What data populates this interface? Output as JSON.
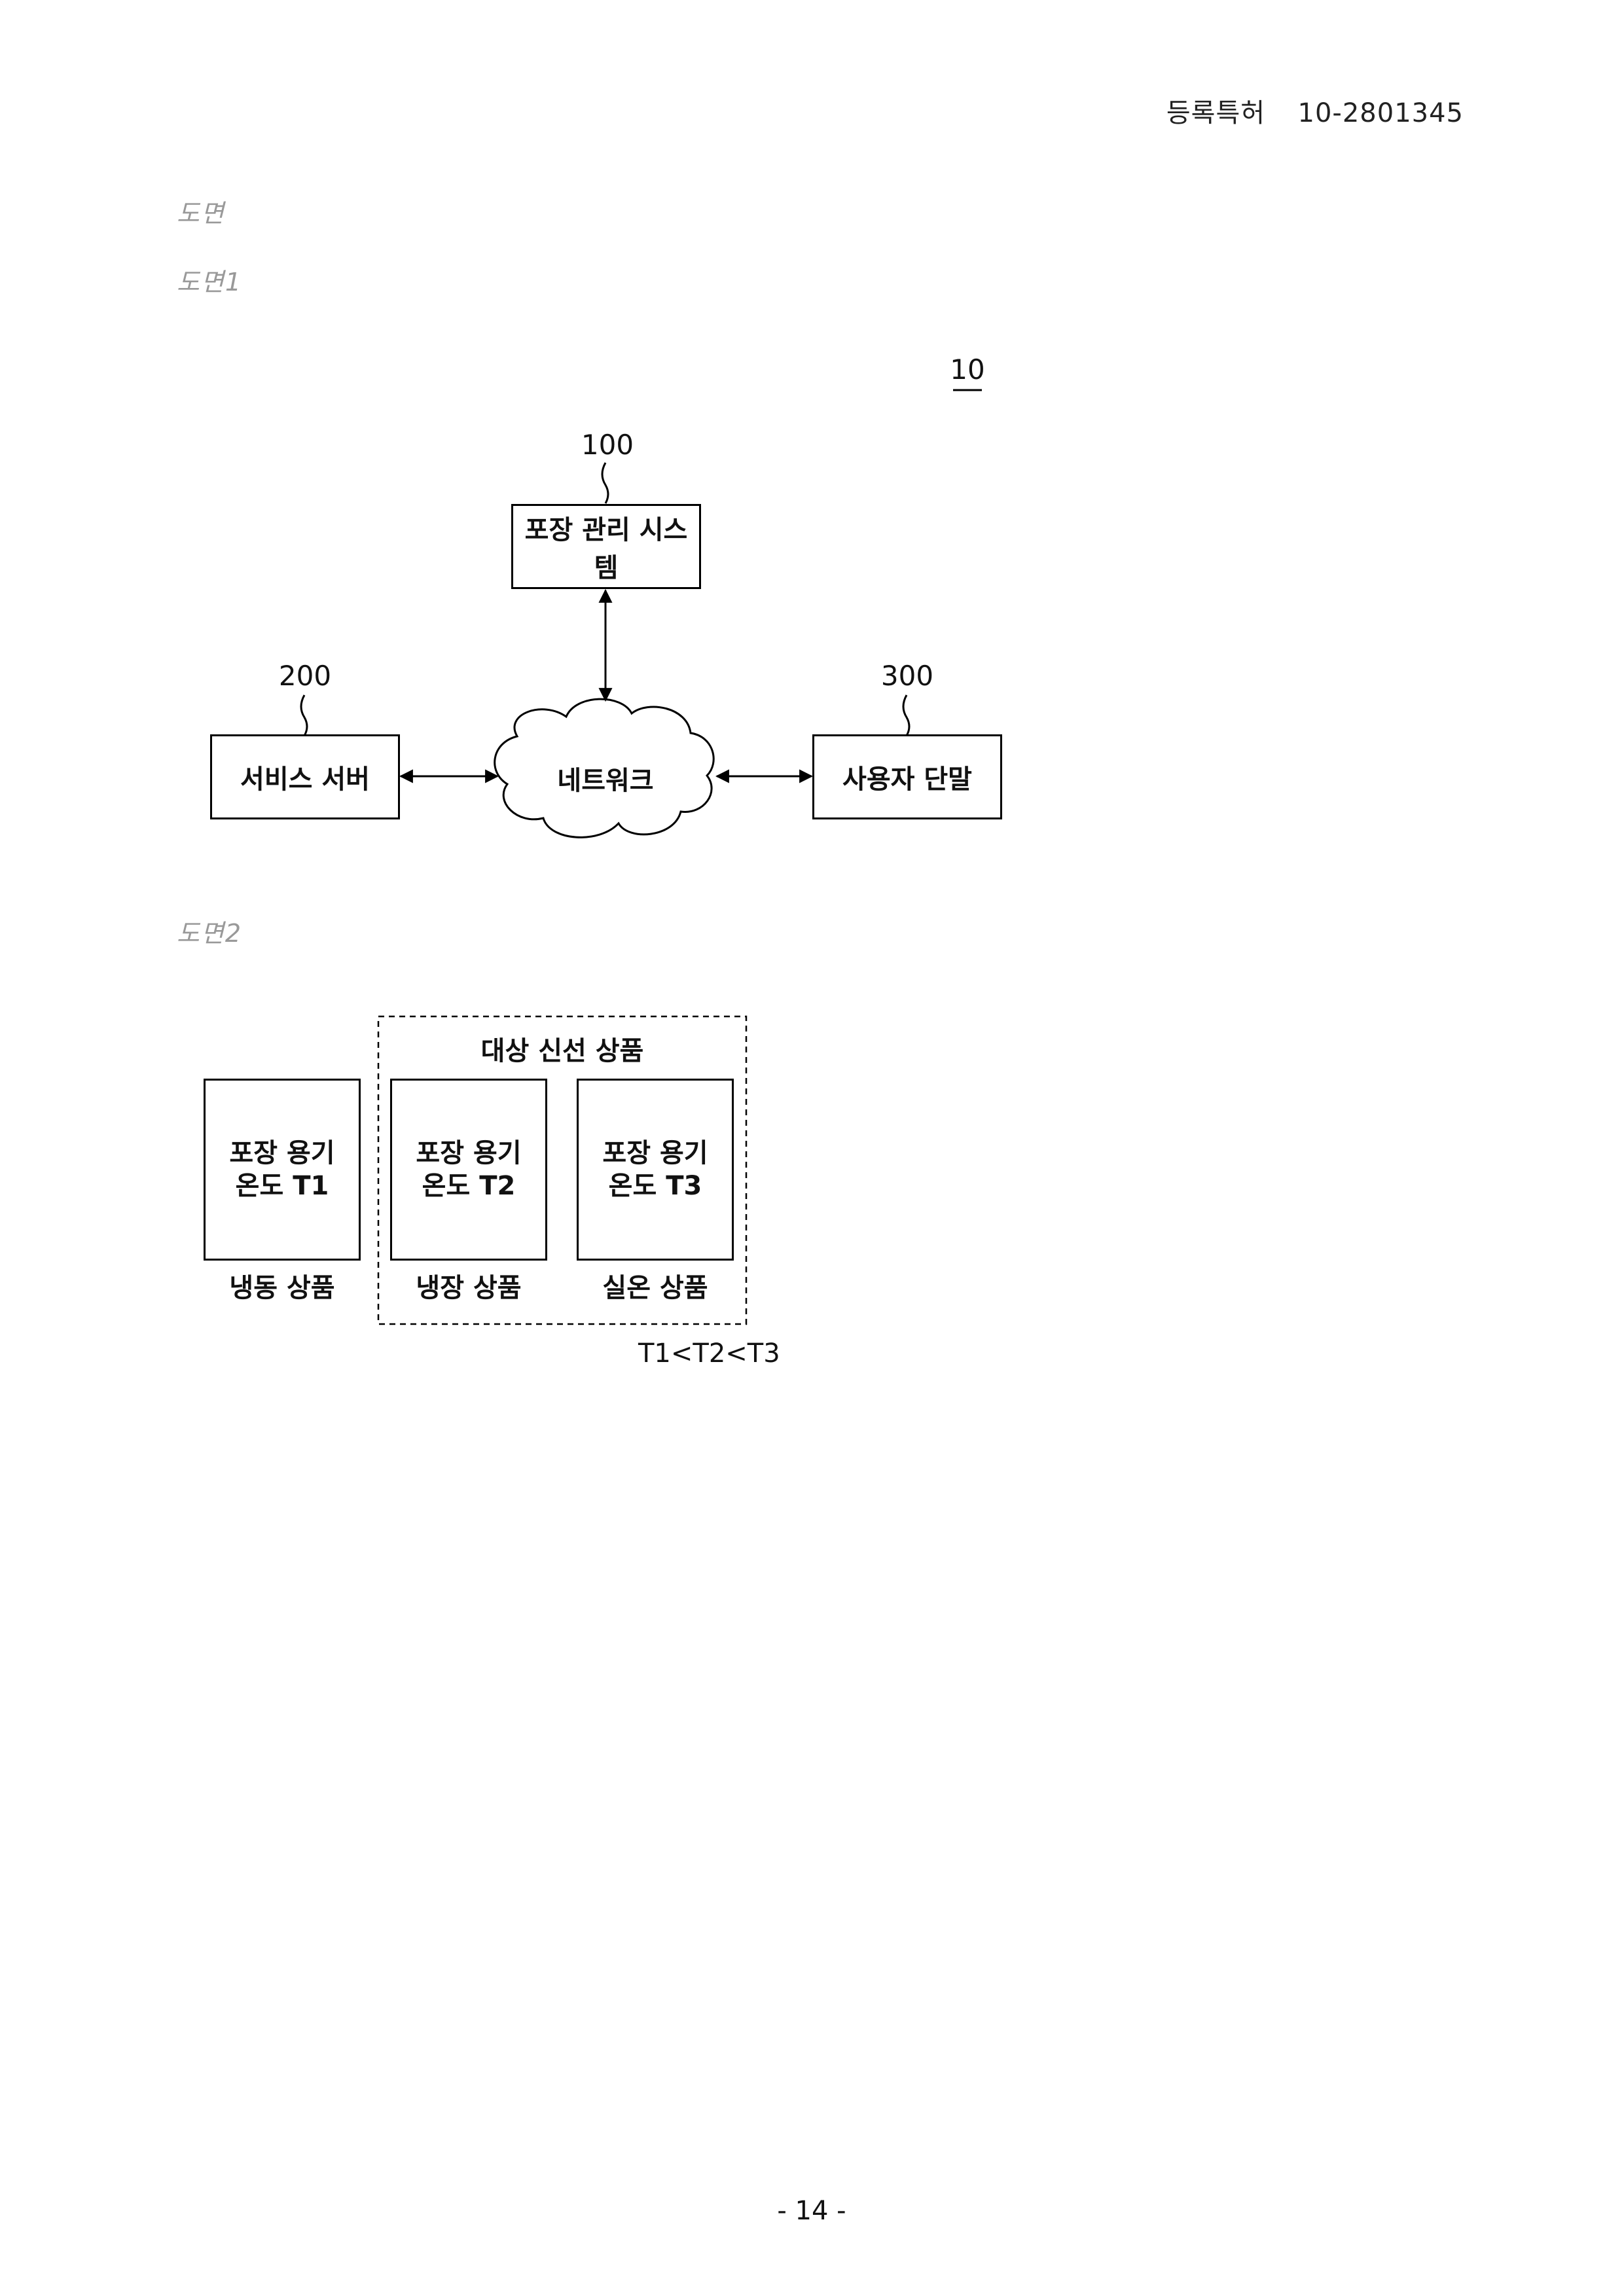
{
  "header": {
    "patent_label": "등록특허",
    "patent_number": "10-2801345"
  },
  "drawings_title": "도면",
  "figure1": {
    "label": "도면1",
    "system_ref": "10",
    "packaging_system": {
      "ref": "100",
      "label": "포장 관리 시스템"
    },
    "service_server": {
      "ref": "200",
      "label": "서비스 서버"
    },
    "network": {
      "label": "네트워크"
    },
    "user_terminal": {
      "ref": "300",
      "label": "사용자 단말"
    }
  },
  "figure2": {
    "label": "도면2",
    "group_title": "대상 신선 상품",
    "containers": [
      {
        "line1": "포장 용기",
        "line2": "온도 T1",
        "caption": "냉동 상품"
      },
      {
        "line1": "포장 용기",
        "line2": "온도 T2",
        "caption": "냉장 상품"
      },
      {
        "line1": "포장 용기",
        "line2": "온도 T3",
        "caption": "실온 상품"
      }
    ],
    "relation": "T1<T2<T3"
  },
  "footer": {
    "page_number": "- 14 -"
  }
}
